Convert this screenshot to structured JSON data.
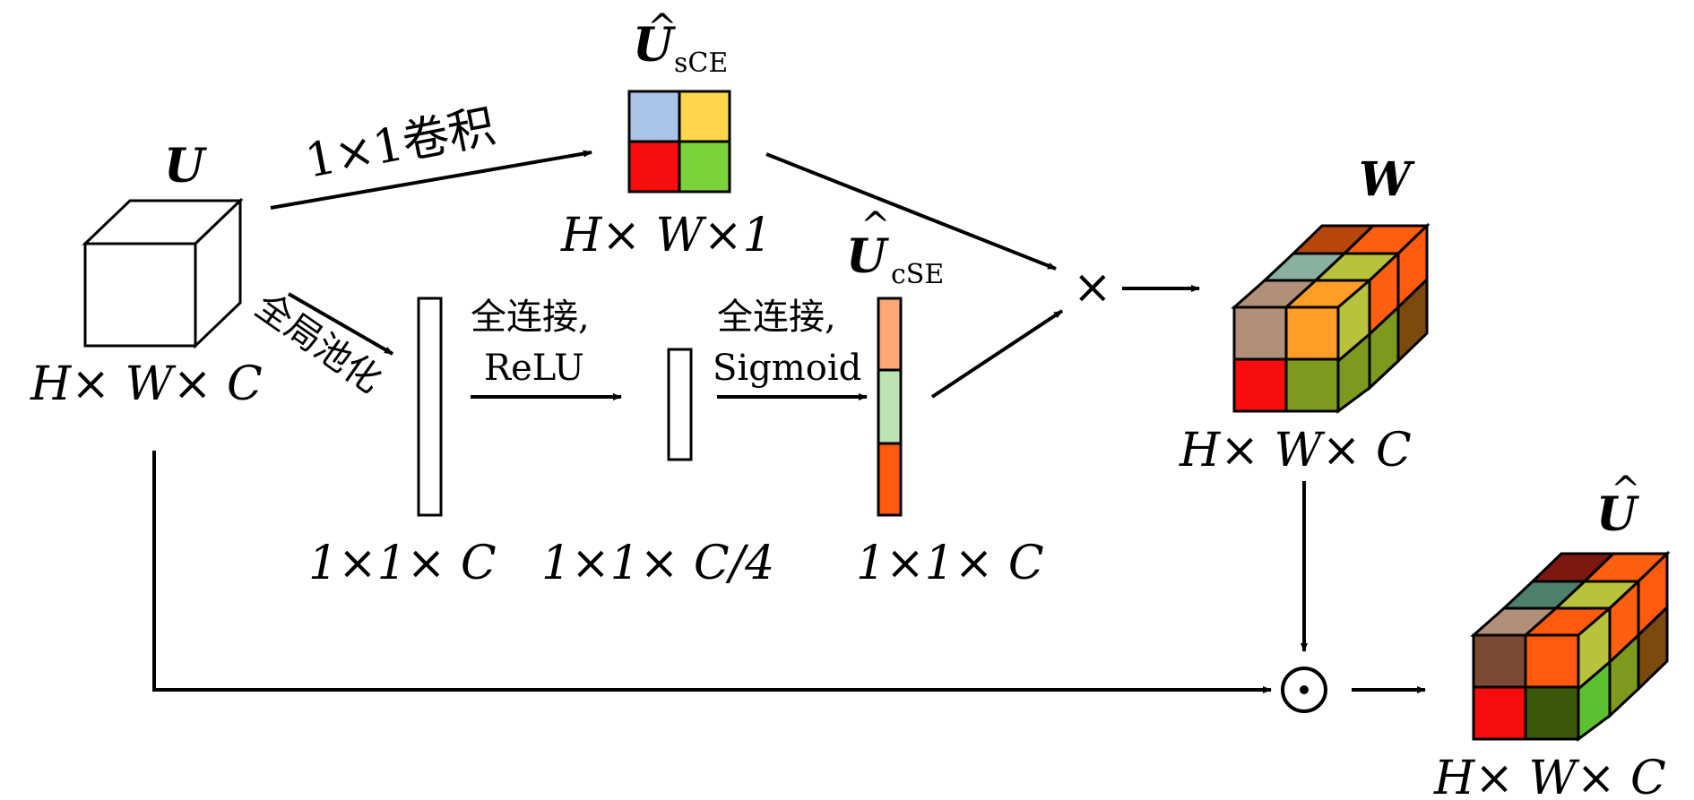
{
  "nodes": {
    "input": {
      "symbol": "U",
      "dims": "H× W× C"
    },
    "sce": {
      "symbol": "U",
      "hat": "^",
      "subscript": "sCE",
      "dims": "H× W×1"
    },
    "pool_vec": {
      "dims": "1×1× C"
    },
    "fc_vec": {
      "dims": "1×1× C/4"
    },
    "cse": {
      "symbol": "U",
      "hat": "^",
      "subscript": "cSE",
      "dims": "1×1× C"
    },
    "weight": {
      "symbol": "W",
      "dims": "H× W× C"
    },
    "output": {
      "symbol": "U",
      "hat": "^",
      "dims": "H× W× C"
    }
  },
  "edges": {
    "conv": "1×1卷积",
    "global_pool": "全局池化",
    "fc1_line1": "全连接,",
    "fc1_line2": "ReLU",
    "fc2_line1": "全连接,",
    "fc2_line2": "Sigmoid"
  },
  "operators": {
    "multiply": "×",
    "hadamard": "⊙"
  },
  "colors": {
    "sce_cells": [
      "#a9c4e6",
      "#fdd64e",
      "#f70d0d",
      "#7cd23a"
    ],
    "cse_cells": [
      "#fda874",
      "#bde2b3",
      "#ff5a0d"
    ]
  }
}
